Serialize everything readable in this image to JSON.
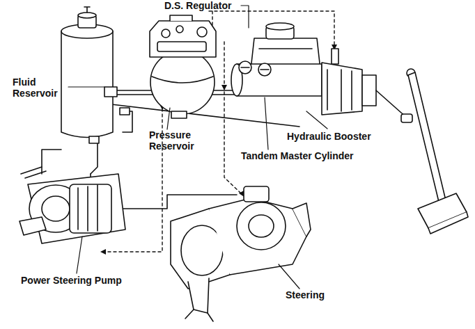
{
  "diagram": {
    "labels": [
      "D.S. Regulator",
      "Fluid Reservoir",
      "Pressure Reservoir",
      "Hydraulic Booster",
      "Tandem Master Cylinder",
      "Power Steering Pump",
      "Steering"
    ]
  }
}
